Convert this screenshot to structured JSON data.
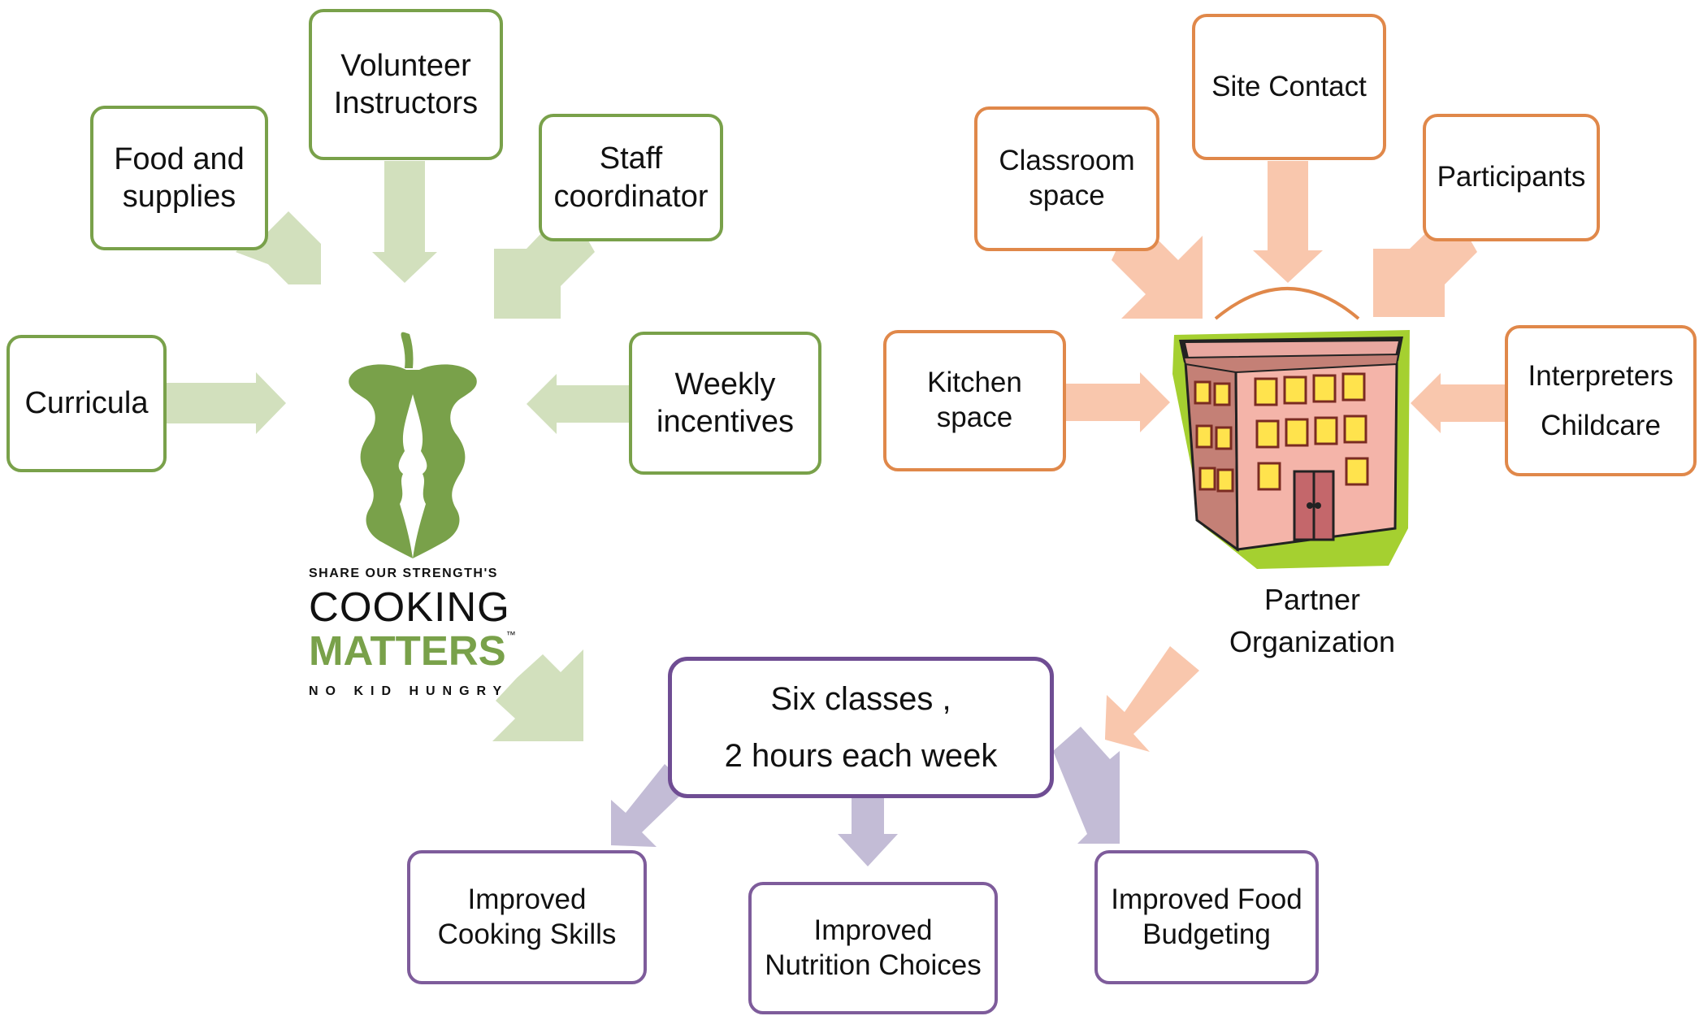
{
  "inputs_cooking_matters": {
    "food_and_supplies": [
      "Food and",
      "supplies"
    ],
    "volunteer_instructors": [
      "Volunteer",
      "Instructors"
    ],
    "staff_coordinator": [
      "Staff",
      "coordinator"
    ],
    "curricula": [
      "Curricula"
    ],
    "weekly_incentives": [
      "Weekly",
      "incentives"
    ]
  },
  "logo": {
    "line1": "SHARE OUR STRENGTH'S",
    "line2": "COOKING",
    "line3": "MATTERS",
    "trademark": "™",
    "line4": "NO KID HUNGRY"
  },
  "inputs_partner": {
    "classroom_space": [
      "Classroom",
      "space"
    ],
    "site_contact": [
      "Site Contact"
    ],
    "participants": [
      "Participants"
    ],
    "kitchen_space": [
      "Kitchen",
      "space"
    ],
    "interpreters_childcare": [
      "Interpreters",
      "Childcare"
    ]
  },
  "partner_label": [
    "Partner",
    "Organization"
  ],
  "program": [
    "Six classes ,",
    "2 hours each week"
  ],
  "outcomes": {
    "cooking_skills": [
      "Improved",
      "Cooking Skills"
    ],
    "nutrition_choices": [
      "Improved",
      "Nutrition Choices"
    ],
    "food_budgeting": [
      "Improved Food",
      "Budgeting"
    ]
  },
  "colors": {
    "green_border": "#79a14a",
    "green_arrow": "#d2e0bd",
    "orange_border": "#e0884a",
    "orange_arrow": "#f9c7ad",
    "purple_border": "#7e5c9b",
    "purple_arrow": "#c3bcd6"
  }
}
